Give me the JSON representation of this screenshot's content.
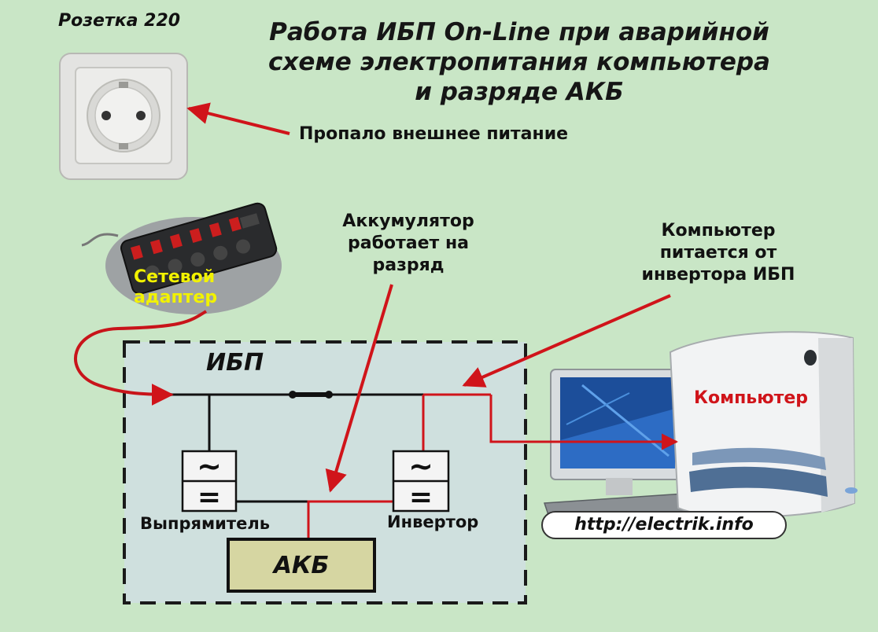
{
  "title": {
    "line1": "Работа ИБП On-Line при аварийной",
    "line2": "схеме электропитания компьютера",
    "line3": "и разряде АКБ"
  },
  "socket_label": "Розетка 220",
  "power_lost_label": "Пропало внешнее питание",
  "battery_note": {
    "line1": "Аккумулятор",
    "line2": "работает на",
    "line3": "разряд"
  },
  "computer_note": {
    "line1": "Компьютер",
    "line2": "питается от",
    "line3": "инвертора ИБП"
  },
  "adapter_label": {
    "line1": "Сетевой",
    "line2": "адаптер"
  },
  "ups_label": "ИБП",
  "rectifier": {
    "ac_symbol": "~",
    "dc_symbol": "=",
    "label": "Выпрямитель"
  },
  "inverter": {
    "ac_symbol": "~",
    "dc_symbol": "=",
    "label": "Инвертор"
  },
  "battery_label": "АКБ",
  "computer_label": "Компьютер",
  "url": "http://electrik.info",
  "colors": {
    "background": "#c9e6c6",
    "ups_fill": "#cfe0de",
    "active_line": "#d0141a",
    "inactive_line": "#111111",
    "adapter_text": "#f2f200",
    "battery_fill": "#d6d6a2"
  }
}
